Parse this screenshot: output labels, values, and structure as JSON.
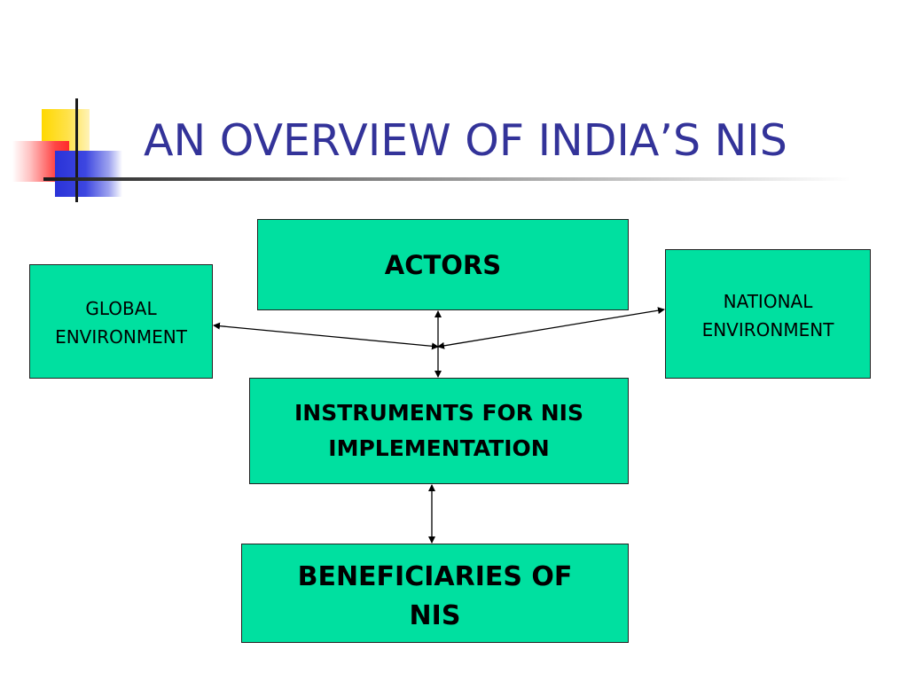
{
  "slide": {
    "title": "AN OVERVIEW OF INDIA’S NIS"
  },
  "diagram": {
    "actors": "ACTORS",
    "global_environment": [
      "GLOBAL",
      "ENVIRONMENT"
    ],
    "national_environment": [
      "NATIONAL",
      "ENVIRONMENT"
    ],
    "instruments": [
      "INSTRUMENTS FOR NIS",
      "IMPLEMENTATION"
    ],
    "beneficiaries": [
      "BENEFICIARIES OF",
      "NIS"
    ]
  },
  "colors": {
    "title": "#333399",
    "box_fill": "#00e0a0",
    "accent_yellow": "#ffd800",
    "accent_red": "#ff2a2a",
    "accent_blue": "#2a33d8"
  },
  "icons": [
    "logo-square-yellow",
    "logo-square-red",
    "logo-square-blue"
  ]
}
